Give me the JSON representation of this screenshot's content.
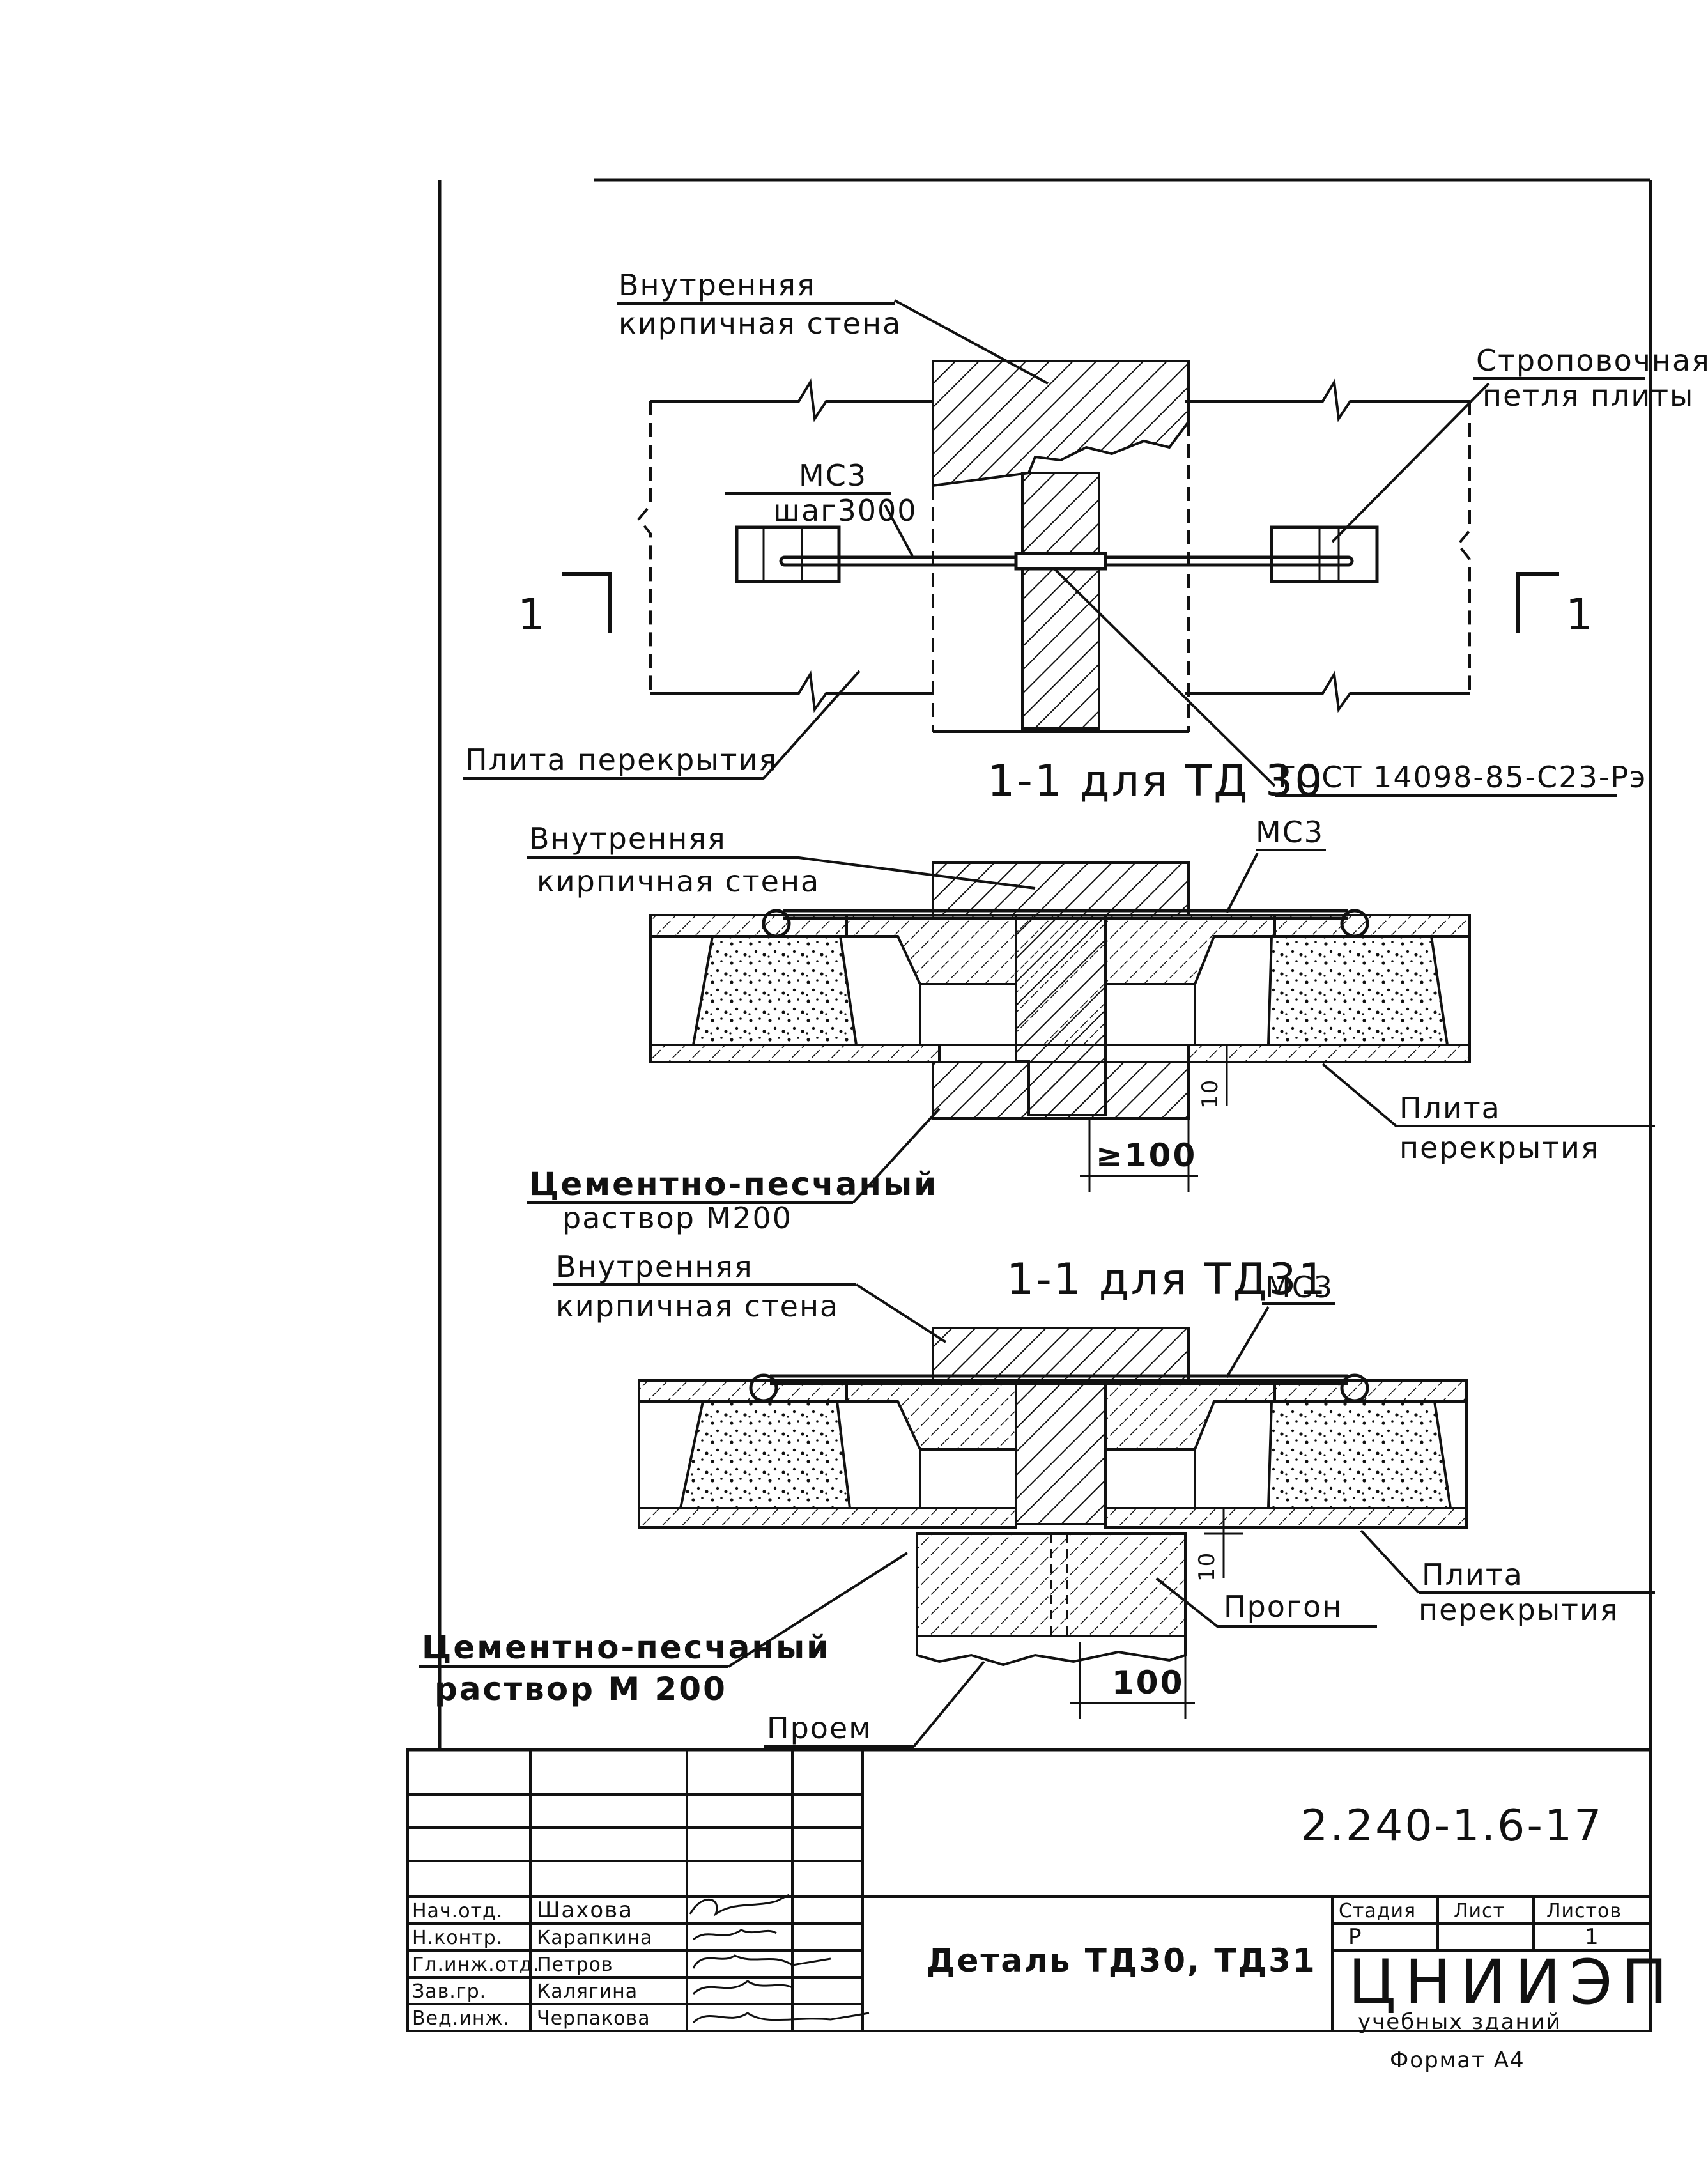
{
  "drawing": {
    "plan_view": {
      "wall_label_line1": "Внутренняя",
      "wall_label_line2": "кирпичная стена",
      "loop_label_line1": "Строповочная",
      "loop_label_line2": "петля плиты",
      "anchor_label_line1": "МС3",
      "anchor_label_line2": "шаг3000",
      "slab_label": "Плита перекрытия",
      "section_left": "1",
      "section_right": "1",
      "section_title": "1-1 для ТД 30",
      "gost_label": "ГОСТ 14098-85-С23-Рэ"
    },
    "section_td30": {
      "wall_label_line1": "Внутренняя",
      "wall_label_line2": "кирпичная стена",
      "anchor_label": "МС3",
      "slab_label_line1": "Плита",
      "slab_label_line2": "перекрытия",
      "mortar_label_line1": "Цементно-песчаный",
      "mortar_label_line2": "раствор М200",
      "dim_gap": "10",
      "dim_bearing": "≥100"
    },
    "section_td31": {
      "title": "1-1 для ТД31",
      "anchor_label": "МС3",
      "wall_label_line1": "Внутренняя",
      "wall_label_line2": "кирпичная стена",
      "slab_label_line1": "Плита",
      "slab_label_line2": "перекрытия",
      "beam_label": "Прогон",
      "mortar_label_line1": "Цементно-песчаный",
      "mortar_label_line2": "раствор М 200",
      "opening_label": "Проем",
      "dim_gap": "10",
      "dim_bearing": "100"
    }
  },
  "title_block": {
    "doc_code": "2.240-1.6-17",
    "title": "Деталь ТД30, ТД31",
    "stage_header": "Стадия",
    "sheet_header": "Лист",
    "sheets_header": "Листов",
    "stage_value": "Р",
    "sheets_value": "1",
    "org_name": "ЦНИИЭП",
    "org_sub": "учебных зданий",
    "format": "Формат А4",
    "roles": [
      {
        "role": "Нач.отд.",
        "name": "Шахова"
      },
      {
        "role": "Н.контр.",
        "name": "Карапкина"
      },
      {
        "role": "Гл.инж.отд.",
        "name": "Петров"
      },
      {
        "role": "Зав.гр.",
        "name": "Калягина"
      },
      {
        "role": "Вед.инж.",
        "name": "Черпакова"
      }
    ]
  }
}
